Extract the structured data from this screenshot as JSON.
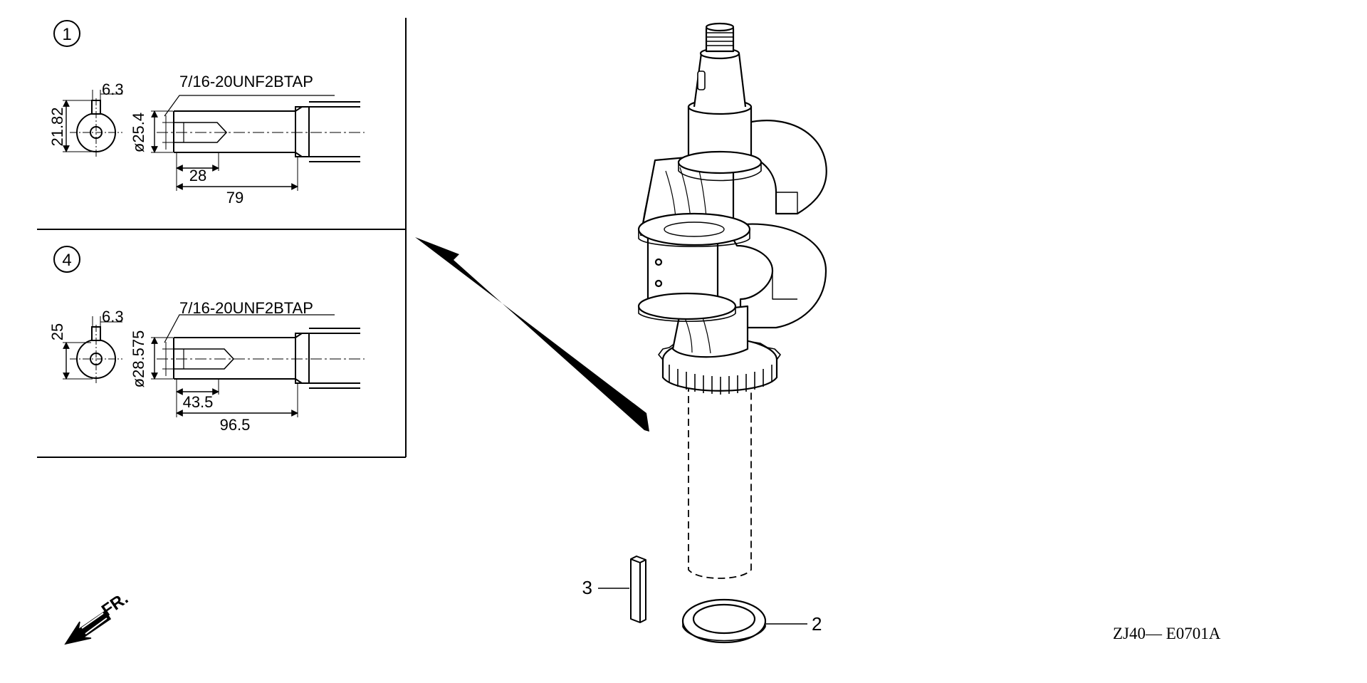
{
  "detail_1": {
    "label": "1",
    "key_height": "21.82",
    "key_width": "6.3",
    "thread_spec": "7/16-20UNF2BTAP",
    "shaft_diameter": "ø25.4",
    "tap_depth": "28",
    "shaft_length": "79"
  },
  "detail_4": {
    "label": "4",
    "key_height": "25",
    "key_width": "6.3",
    "thread_spec": "7/16-20UNF2BTAP",
    "shaft_diameter": "ø28.575",
    "tap_depth": "43.5",
    "shaft_length": "96.5"
  },
  "callouts": {
    "key": "3",
    "washer": "2"
  },
  "front_marker": "FR.",
  "diagram_code": "ZJ40— E0701A"
}
